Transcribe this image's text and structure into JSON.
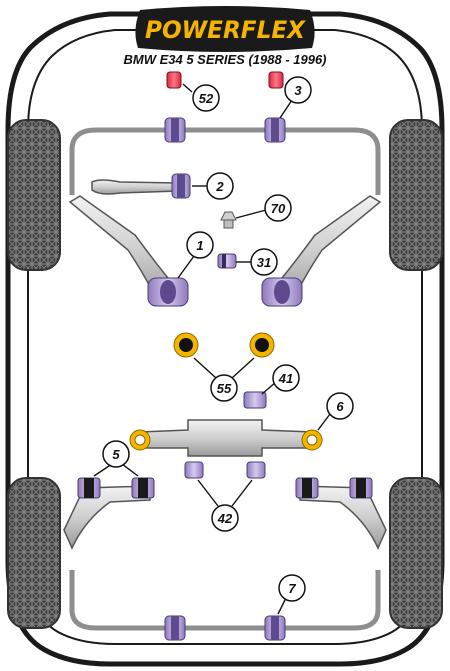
{
  "brand": {
    "logo_text": "POWERFLEX",
    "accent_color": "#f5b400",
    "bushing_color": "#b9a7d8",
    "model_title": "BMW E34 5 SERIES (1988 - 1996)"
  },
  "callouts": [
    {
      "id": "52",
      "label": "52"
    },
    {
      "id": "3",
      "label": "3"
    },
    {
      "id": "2",
      "label": "2"
    },
    {
      "id": "70",
      "label": "70"
    },
    {
      "id": "1",
      "label": "1"
    },
    {
      "id": "31",
      "label": "31"
    },
    {
      "id": "55",
      "label": "55"
    },
    {
      "id": "41",
      "label": "41"
    },
    {
      "id": "6",
      "label": "6"
    },
    {
      "id": "5",
      "label": "5"
    },
    {
      "id": "42",
      "label": "42"
    },
    {
      "id": "7",
      "label": "7"
    }
  ]
}
